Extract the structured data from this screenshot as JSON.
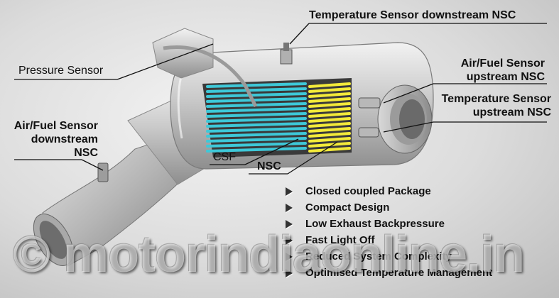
{
  "labels": {
    "temp_downstream": "Temperature Sensor downstream NSC",
    "pressure": "Pressure Sensor",
    "af_upstream_l1": "Air/Fuel Sensor",
    "af_upstream_l2": "upstream NSC",
    "temp_upstream_l1": "Temperature Sensor",
    "temp_upstream_l2": "upstream NSC",
    "af_downstream_l1": "Air/Fuel Sensor",
    "af_downstream_l2": "downstream",
    "af_downstream_l3": "NSC",
    "csf": "CSF",
    "nsc": "NSC"
  },
  "features": [
    "Closed coupled Package",
    "Compact Design",
    "Low Exhaust Backpressure",
    "Fast Light Off",
    "Reduced System Complexity",
    "Optimised Temperature Management"
  ],
  "watermark": "© motorindiaonline.in",
  "colors": {
    "csf_cells": "#3ec8d8",
    "nsc_cells": "#f3ea3a",
    "metal": "#c8c8c8"
  }
}
